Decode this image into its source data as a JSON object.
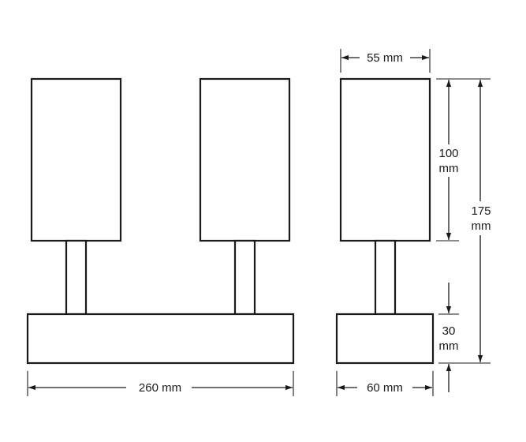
{
  "dimensions": {
    "base_width": "260 mm",
    "shade_width": "55 mm",
    "shade_height_value": "100",
    "shade_height_unit": "mm",
    "total_height_value": "175",
    "total_height_unit": "mm",
    "base_height_value": "30",
    "base_height_unit": "mm",
    "side_base_width": "60 mm"
  }
}
